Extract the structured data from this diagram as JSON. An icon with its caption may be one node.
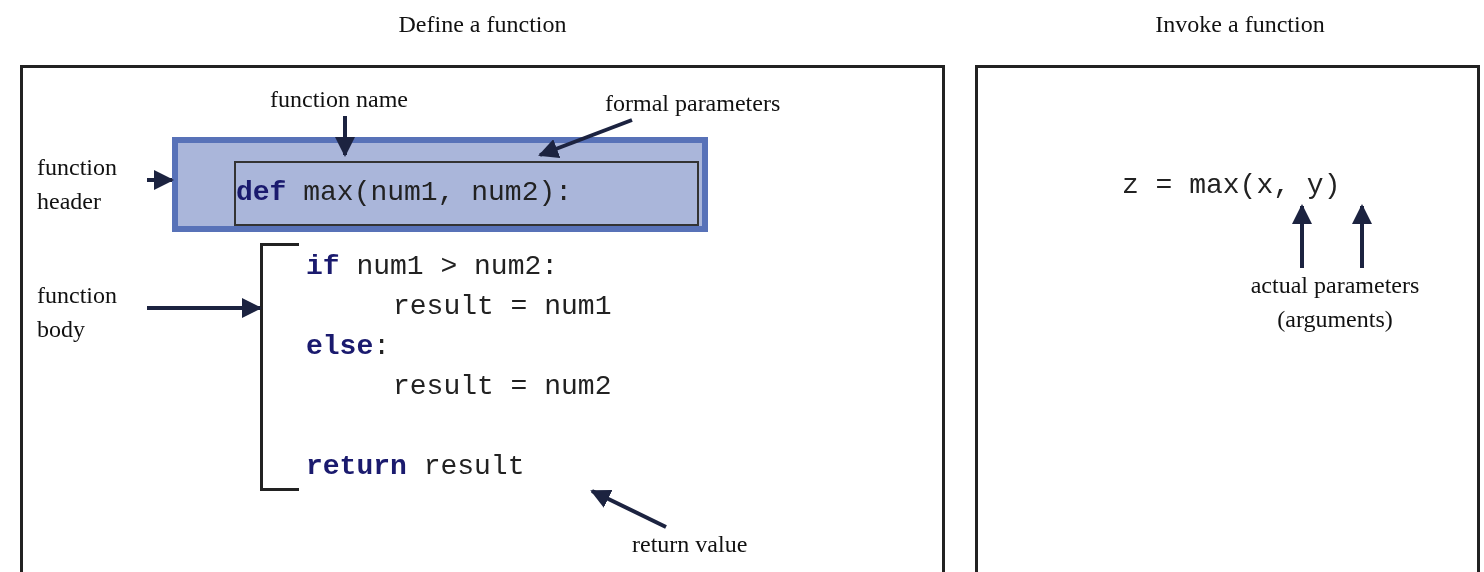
{
  "diagram": {
    "nodes": [
      {
        "text": [
          "Define a function"
        ]
      },
      {
        "text": [],
        "shape": "box",
        "in": 0
      },
      {
        "text": [
          "**def** max(num1, num2):"
        ],
        "in": 1
      },
      {
        "text": [
          "function header"
        ],
        "in": 0
      },
      {
        "text": [
          "function name"
        ],
        "in": 0
      },
      {
        "text": [
          "formal parameters"
        ],
        "in": 0
      },
      {
        "text": [
          "function body"
        ],
        "in": 0
      },
      {
        "text": [
          "**if** num1 > num2:",
          "result = num1",
          "**else**:",
          "result = num2",
          "**return** result"
        ],
        "in": 0
      },
      {
        "text": [
          "return value"
        ],
        "in": 0
      },
      {
        "text": [
          "Invoke a function"
        ]
      },
      {
        "text": [
          "actual parameters (arguments)"
        ],
        "in": 9
      },
      {
        "text": [
          "z = max(x, y)"
        ],
        "in": 9
      }
    ],
    "edges": [
      {
        "from": 3,
        "to": 1,
        "arrow": "to"
      },
      {
        "from": 4,
        "to": 2,
        "arrow": "to"
      },
      {
        "from": 5,
        "to": 2,
        "arrow": "to"
      },
      {
        "from": 6,
        "to": 7,
        "arrow": "to"
      },
      {
        "from": 8,
        "to": 7,
        "arrow": "to"
      },
      {
        "from": 10,
        "to": 11,
        "arrow": "to"
      },
      {
        "from": 10,
        "to": 11,
        "arrow": "to"
      }
    ]
  }
}
